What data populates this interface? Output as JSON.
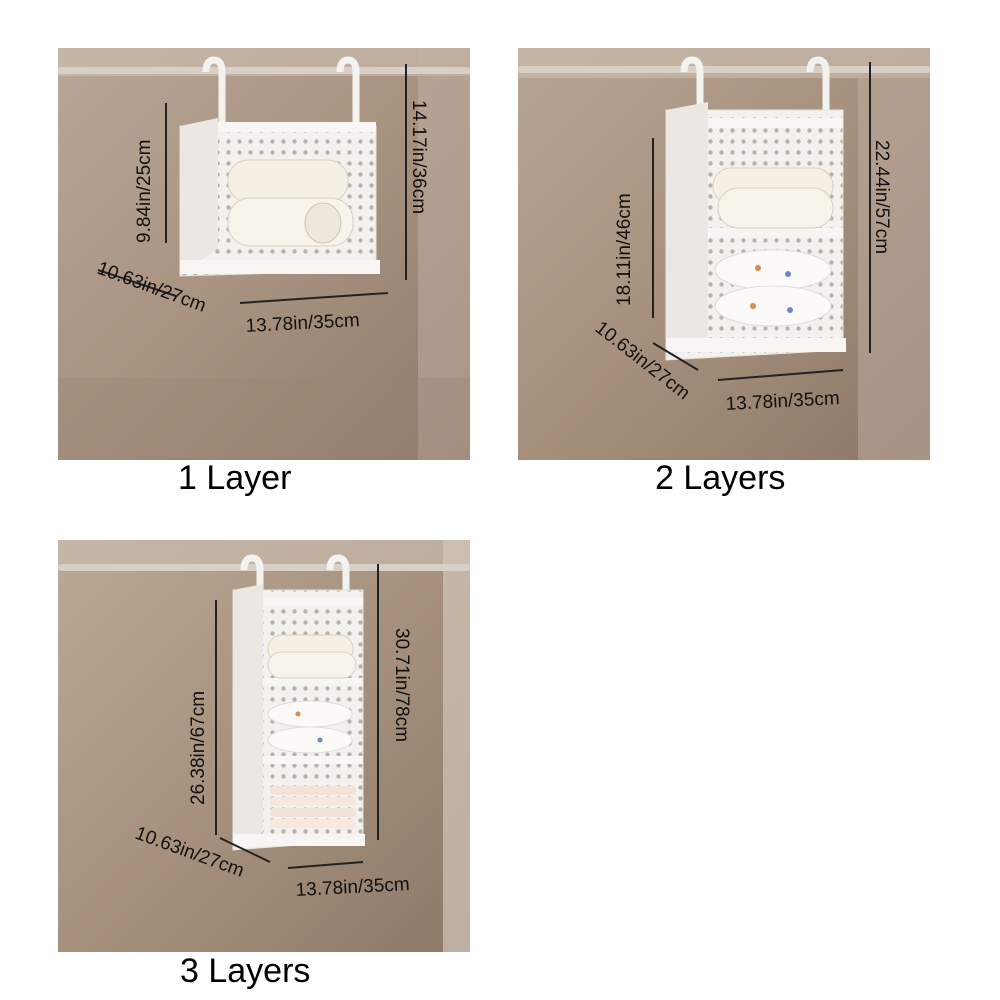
{
  "panels": [
    {
      "caption": "1 Layer",
      "dims": {
        "depth": "10.63in/27cm",
        "width": "13.78in/35cm",
        "inner_height": "9.84in/25cm",
        "total_height": "14.17in/36cm"
      }
    },
    {
      "caption": "2 Layers",
      "dims": {
        "depth": "10.63in/27cm",
        "width": "13.78in/35cm",
        "inner_height": "18.11in/46cm",
        "total_height": "22.44in/57cm"
      }
    },
    {
      "caption": "3 Layers",
      "dims": {
        "depth": "10.63in/27cm",
        "width": "13.78in/35cm",
        "inner_height": "26.38in/67cm",
        "total_height": "30.71in/78cm"
      }
    }
  ]
}
